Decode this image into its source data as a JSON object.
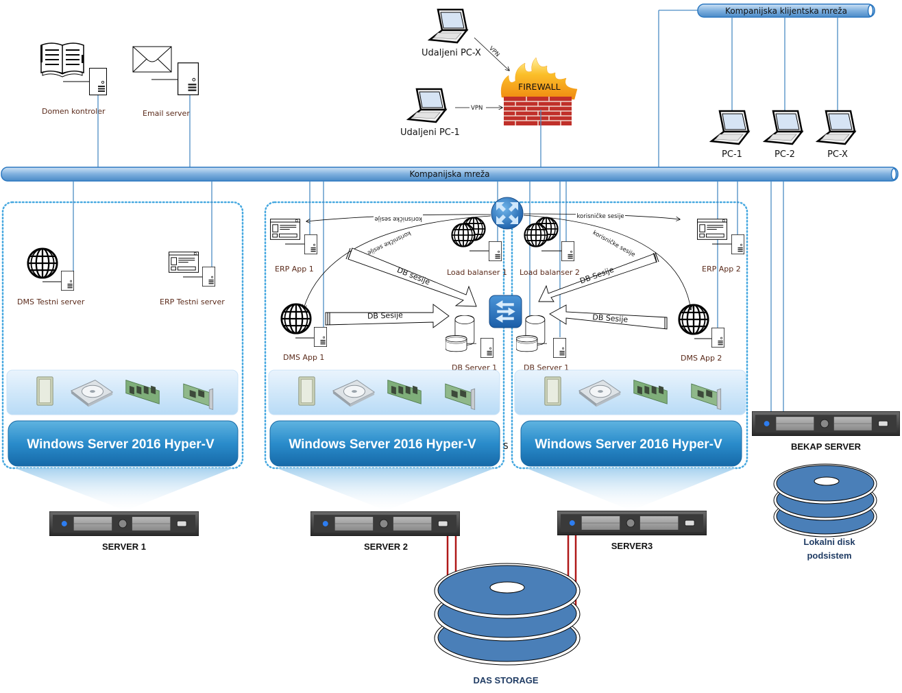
{
  "networks": {
    "company_network": "Kompanijska mreža",
    "client_network": "Kompanijska klijentska mreža"
  },
  "infrastructure": {
    "domain_controller": "Domen kontroler",
    "email_server": "Email server",
    "firewall": "FIREWALL",
    "remote_pc_x": "Udaljeni PC-X",
    "remote_pc_1": "Udaljeni PC-1",
    "vpn_label": "VPN"
  },
  "clients": [
    "PC-1",
    "PC-2",
    "PC-X"
  ],
  "hosts": [
    {
      "hypervisor": "Windows Server 2016 Hyper-V",
      "server": "SERVER 1",
      "vms": [
        "DMS Testni server",
        "ERP Testni server"
      ]
    },
    {
      "hypervisor": "Windows Server 2016 Hyper-V",
      "server": "SERVER 2",
      "vms": [
        "ERP App 1",
        "Load balanser 1",
        "DMS App 1",
        "DB Server 1"
      ]
    },
    {
      "hypervisor": "Windows Server 2016 Hyper-V",
      "server": "SERVER3",
      "vms": [
        "Load balanser 2",
        "ERP App 2",
        "DB Server 1",
        "DMS App 2"
      ]
    }
  ],
  "flows": {
    "user_sessions": "korisničke sesije",
    "db_sessions_lower": "DB sesije",
    "db_sessions": "DB Sesije"
  },
  "stray_label": "S",
  "backup": {
    "server": "BEKAP SERVER",
    "disk_line1": "Lokalni disk",
    "disk_line2": "podsistem"
  },
  "storage": {
    "das": "DAS STORAGE"
  },
  "colors": {
    "link_blue": "#4a8cc4",
    "bus_blue": "#2a77c0",
    "hyperv_blue": "#1f86c4",
    "disk_blue": "#4a7fb8",
    "das_link_red": "#b01818"
  }
}
